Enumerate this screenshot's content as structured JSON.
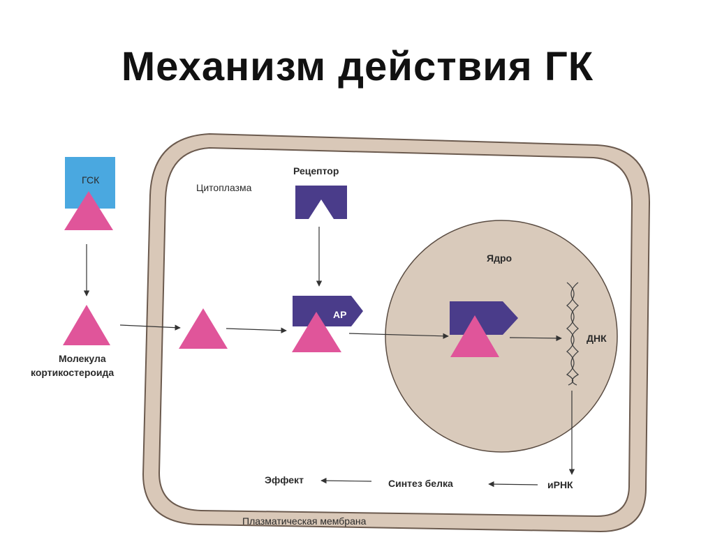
{
  "title": "Механизм действия ГК",
  "labels": {
    "gsk": "ГСК",
    "cytoplasm": "Цитоплазма",
    "receptor": "Рецептор",
    "nucleus": "Ядро",
    "ar": "АР",
    "dna": "ДНК",
    "molecule_line1": "Молекула",
    "molecule_line2": "кортикостероида",
    "mrna": "иРНК",
    "protein_synthesis": "Синтез белка",
    "effect": "Эффект",
    "membrane": "Плазматическая мембрана"
  },
  "colors": {
    "gsk_box": "#4aa8e0",
    "steroid": "#e0559a",
    "receptor": "#4a3c8a",
    "cell_fill": "#ffffff",
    "cell_border": "#d9c8b8",
    "cell_border_outline": "#6b5a4e",
    "nucleus_fill": "#d9cabb",
    "arrow": "#333333"
  }
}
